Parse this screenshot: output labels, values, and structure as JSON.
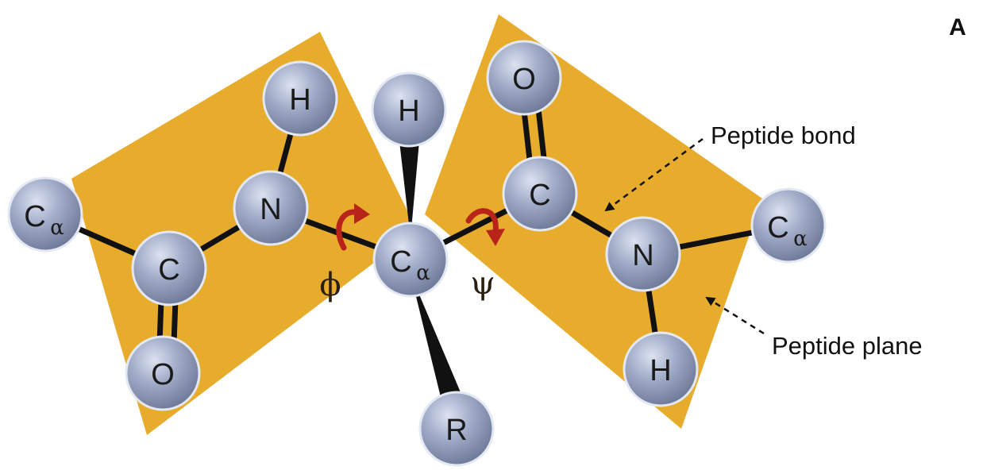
{
  "panel_label": "A",
  "atoms": {
    "left_calpha": {
      "symbol": "C",
      "subscript": "α"
    },
    "left_c": {
      "symbol": "C"
    },
    "left_o": {
      "symbol": "O"
    },
    "left_n": {
      "symbol": "N"
    },
    "left_h": {
      "symbol": "H"
    },
    "center_calpha": {
      "symbol": "C",
      "subscript": "α"
    },
    "center_h": {
      "symbol": "H"
    },
    "center_r": {
      "symbol": "R"
    },
    "right_c": {
      "symbol": "C"
    },
    "right_o": {
      "symbol": "O"
    },
    "right_n": {
      "symbol": "N"
    },
    "right_h": {
      "symbol": "H"
    },
    "right_calpha": {
      "symbol": "C",
      "subscript": "α"
    }
  },
  "angles": {
    "phi": "ϕ",
    "psi": "ψ"
  },
  "callouts": {
    "peptide_bond": "Peptide bond",
    "peptide_plane": "Peptide plane"
  },
  "colors": {
    "plane_fill": "#E8AC2C",
    "atom_fill": "#8F9BB8",
    "bond": "#111111",
    "rotation_arrow": "#B8231A"
  }
}
